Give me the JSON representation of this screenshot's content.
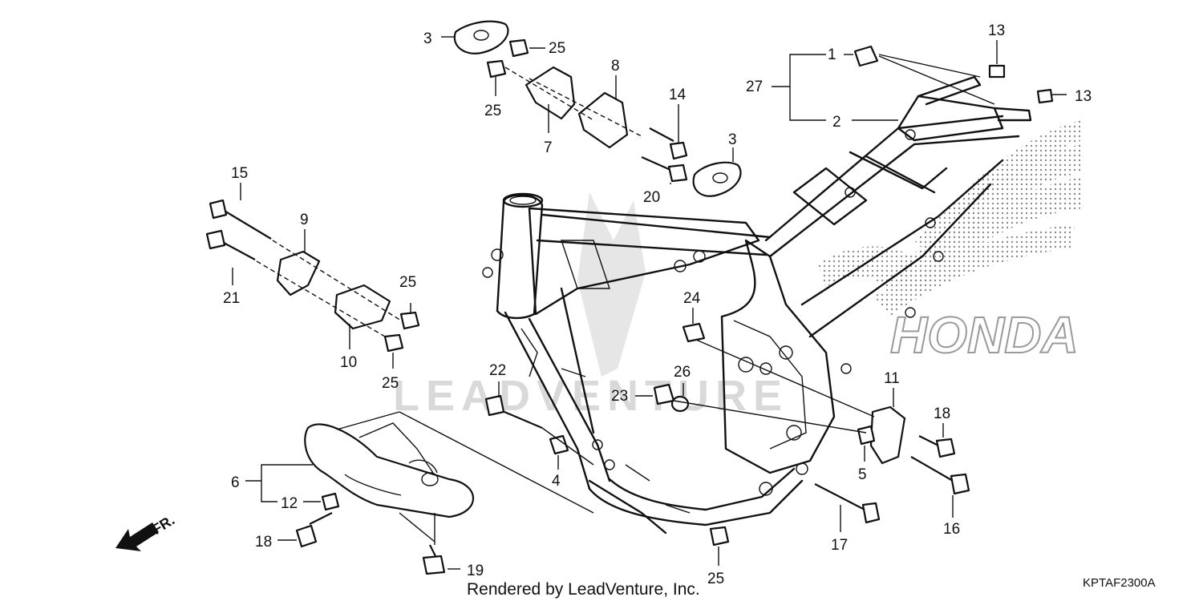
{
  "diagram": {
    "callouts": {
      "c1": "1",
      "c2": "2",
      "c27": "27",
      "c13a": "13",
      "c13b": "13",
      "c3a": "3",
      "c3b": "3",
      "c25a": "25",
      "c25b": "25",
      "c25c": "25",
      "c25d": "25",
      "c25e": "25",
      "c7": "7",
      "c8": "8",
      "c14": "14",
      "c20": "20",
      "c15": "15",
      "c9": "9",
      "c21": "21",
      "c10": "10",
      "c24": "24",
      "c26": "26",
      "c23": "23",
      "c22": "22",
      "c4": "4",
      "c11": "11",
      "c18a": "18",
      "c18b": "18",
      "c5": "5",
      "c16": "16",
      "c17": "17",
      "c6": "6",
      "c12": "12",
      "c19": "19"
    },
    "direction_label": "FR.",
    "watermark": "LEADVENTURE",
    "brand_mark": "HONDA",
    "footer": "Rendered by LeadVenture, Inc.",
    "diagram_code": "KPTAF2300A"
  },
  "colors": {
    "line": "#111111",
    "watermark": "#d9d9d9",
    "dots": "#9a9a9a"
  }
}
